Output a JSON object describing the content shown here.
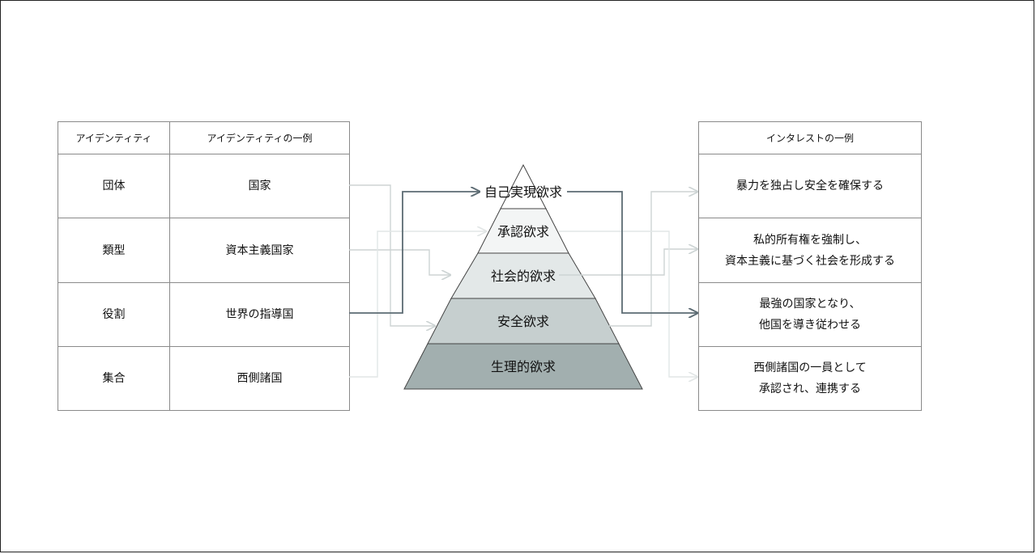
{
  "left_table": {
    "headers": [
      "アイデンティティ",
      "アイデンティティの一例"
    ],
    "rows": [
      {
        "identity": "団体",
        "example": "国家"
      },
      {
        "identity": "類型",
        "example": "資本主義国家"
      },
      {
        "identity": "役割",
        "example": "世界の指導国"
      },
      {
        "identity": "集合",
        "example": "西側諸国"
      }
    ]
  },
  "pyramid": {
    "levels": [
      "自己実現欲求",
      "承認欲求",
      "社会的欲求",
      "安全欲求",
      "生理的欲求"
    ],
    "colors": [
      "#ffffff",
      "#f3f5f5",
      "#e3e8e8",
      "#c6cfcf",
      "#a2afaf"
    ]
  },
  "right_table": {
    "header": "インタレストの一例",
    "rows": [
      {
        "line1": "暴力を独占し安全を確保する",
        "line2": ""
      },
      {
        "line1": "私的所有権を強制し、",
        "line2": "資本主義に基づく社会を形成する"
      },
      {
        "line1": "最強の国家となり、",
        "line2": "他国を導き従わせる"
      },
      {
        "line1": "西側諸国の一員として",
        "line2": "承認され、連携する"
      }
    ]
  },
  "colors": {
    "emphasis_arrow": "#5c6b73",
    "faint_arrow": "#cdd4d4",
    "faint_arrow_alt": "#e2e6e6",
    "table_border": "#8a8a8a"
  }
}
